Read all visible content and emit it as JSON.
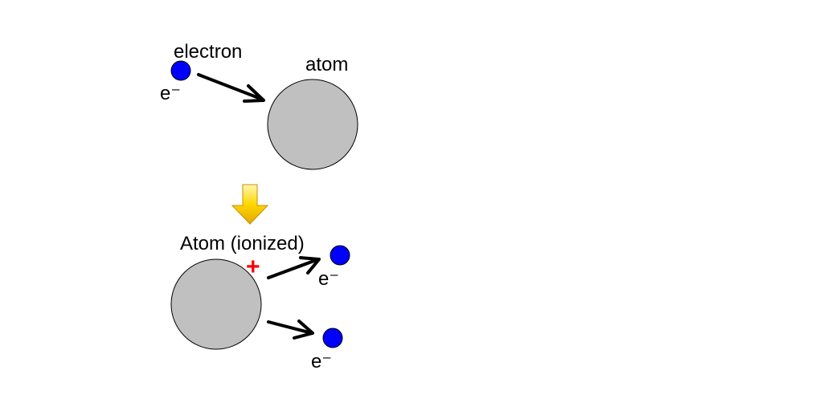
{
  "labels": {
    "electron": "electron",
    "atom": "atom",
    "atom_ionized": "Atom (ionized)",
    "plus_sign": "+"
  },
  "symbols": {
    "electron_symbol": "e⁻"
  },
  "colors": {
    "electron_fill": "#0000ff",
    "atom_fill": "#c0c0c0",
    "ion_charge": "#ff0000",
    "transition_arrow": "#ffd700"
  }
}
